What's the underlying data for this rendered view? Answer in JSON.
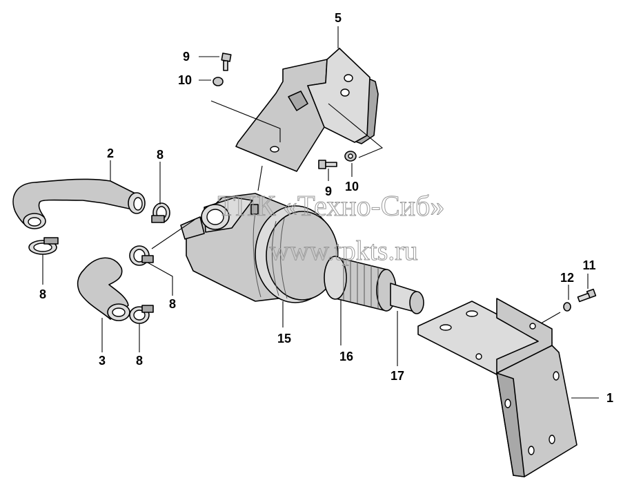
{
  "labels": {
    "l1": "1",
    "l2": "2",
    "l3": "3",
    "l5": "5",
    "l8a": "8",
    "l8b": "8",
    "l8c": "8",
    "l8d": "8",
    "l9a": "9",
    "l9b": "9",
    "l10a": "10",
    "l10b": "10",
    "l11": "11",
    "l12": "12",
    "l15": "15",
    "l16": "16",
    "l17": "17"
  },
  "watermark": {
    "company": "ТПК «Техно-Сиб»",
    "site": "www.tpkts.ru"
  }
}
